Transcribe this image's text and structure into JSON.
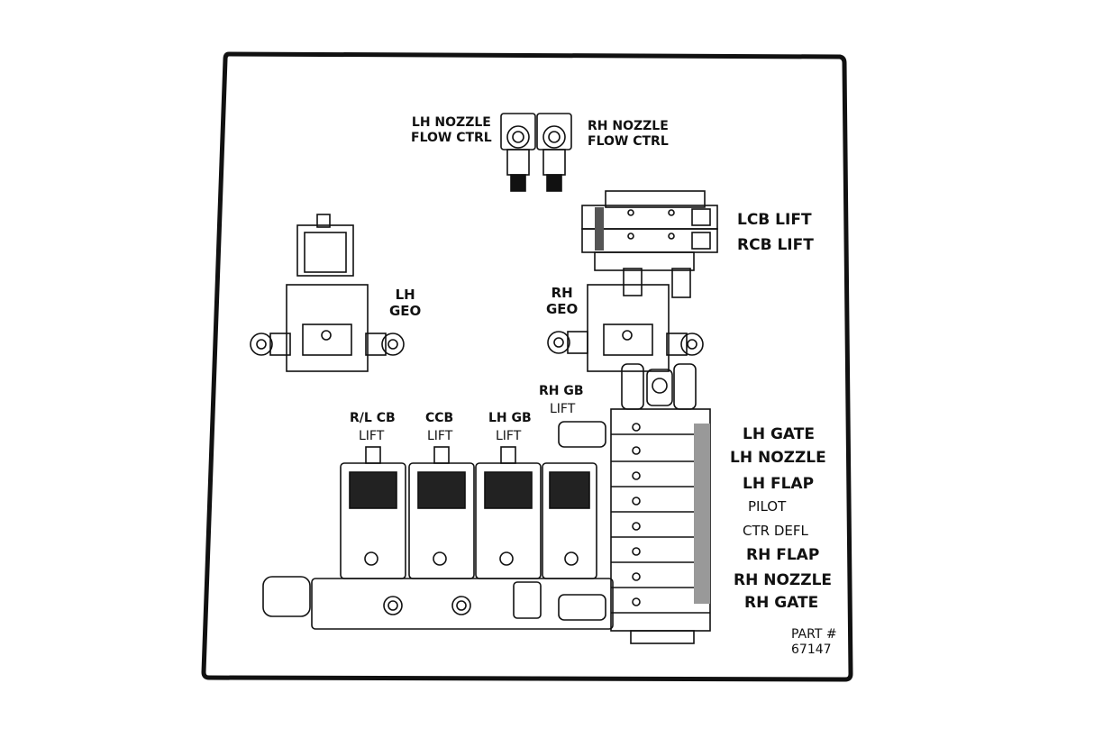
{
  "labels": {
    "lh_nozzle_flow": "LH NOZZLE\nFLOW CTRL",
    "rh_nozzle_flow": "RH NOZZLE\nFLOW CTRL",
    "lcb_lift": "LCB LIFT",
    "rcb_lift": "RCB LIFT",
    "lh_geo": "LH\nGEO",
    "rh_geo": "RH\nGEO",
    "rh_gb": "RH GB",
    "rh_gb_lift": "LIFT",
    "rl_cb": "R/L CB",
    "rl_cb_lift": "LIFT",
    "ccb": "CCB",
    "ccb_lift": "LIFT",
    "lh_gb": "LH GB",
    "lh_gb_lift": "LIFT",
    "lh_gate": "LH GATE",
    "lh_nozzle": "LH NOZZLE",
    "lh_flap": "LH FLAP",
    "pilot": "PILOT",
    "ctr_defl": "CTR DEFL",
    "rh_flap": "RH FLAP",
    "rh_nozzle": "RH NOZZLE",
    "rh_gate": "RH GATE",
    "part": "PART #\n67147"
  },
  "colors": {
    "ink": "#111111",
    "paper": "#ffffff"
  }
}
